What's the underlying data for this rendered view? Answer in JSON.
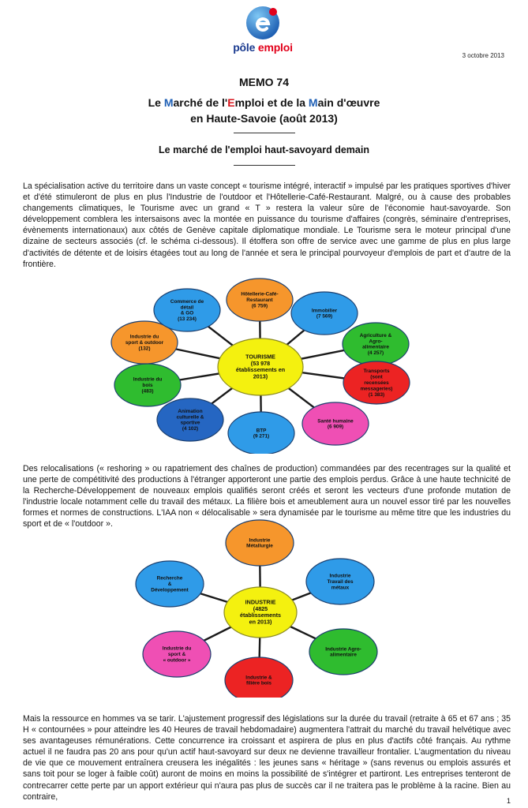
{
  "header": {
    "logo_word_pole": "pôle ",
    "logo_word_emploi": "emploi",
    "date": "3 octobre 2013",
    "memo": "MEMO 74",
    "title_parts": [
      "Le ",
      "M",
      "arché de l'",
      "E",
      "mploi et de la ",
      "M",
      "ain d'œuvre"
    ],
    "title_line2": "en Haute-Savoie (août 2013)",
    "subtitle": "Le marché de l'emploi haut-savoyard demain"
  },
  "paragraphs": [
    "La spécialisation active du territoire dans un vaste concept « tourisme intégré, interactif » impulsé par les pratiques sportives d'hiver et d'été stimuleront de plus en plus l'Industrie de l'outdoor et l'Hôtellerie-Café-Restaurant. Malgré, ou à cause des probables changements climatiques, le Tourisme avec un grand « T » restera la valeur sûre de l'économie haut-savoyarde. Son développement comblera les intersaisons avec la montée en puissance du tourisme d'affaires (congrès, séminaire d'entreprises, évènements internationaux) aux côtés de Genève capitale diplomatique mondiale. Le Tourisme sera le moteur principal d'une dizaine de secteurs associés (cf. le schéma ci-dessous). Il étoffera son offre de service avec une gamme de plus en plus large d'activités de détente et de loisirs étagées tout au long de l'année et sera le principal pourvoyeur d'emplois de part et d'autre de la frontière.",
    "Des relocalisations (« reshoring » ou rapatriement des chaînes de production) commandées par des recentrages sur la qualité et une perte de compétitivité des productions à l'étranger apporteront une partie des emplois perdus. Grâce à une haute technicité de la Recherche-Développement de nouveaux emplois qualifiés seront créés et seront les vecteurs d'une profonde mutation de l'industrie locale notamment celle du travail des métaux. La filière bois et ameublement aura un nouvel essor tiré par les nouvelles formes et normes de constructions. L'IAA non « délocalisable » sera dynamisée par le tourisme au même titre que les industries du sport et de « l'outdoor ».",
    "Mais la ressource en hommes va se tarir. L'ajustement progressif des législations sur la durée du travail (retraite à 65 et 67 ans ; 35 H « contournées » pour atteindre les 40 Heures de travail hebdomadaire) augmentera l'attrait du marché du travail helvétique avec ses avantageuses rémunérations. Cette concurrence ira croissant et aspirera de plus en plus d'actifs côté français. Au rythme actuel il ne faudra pas 20 ans pour qu'un actif haut-savoyard sur deux ne devienne travailleur frontalier. L'augmentation du niveau de vie que ce mouvement entraînera creusera les inégalités : les jeunes sans « héritage » (sans revenus ou emplois assurés et sans toit pour se loger à faible coût) auront de moins en moins la possibilité de s'intégrer et partiront. Les entreprises tenteront de contrecarrer cette perte par un apport extérieur qui n'aura pas plus de succès car il ne traitera pas le problème à la racine. Bien au contraire,"
  ],
  "diagram_tourism": {
    "hub": [
      "TOURISME",
      "(53 978",
      "établissements en",
      "2013)"
    ],
    "hub_color": "#f4f10f",
    "nodes": [
      {
        "lines": [
          "Hôtellerie-Café-",
          "Restaurant",
          "(6 759)"
        ],
        "color": "#f6962c"
      },
      {
        "lines": [
          "Immobilier",
          "(7 569)"
        ],
        "color": "#2f9be8"
      },
      {
        "lines": [
          "Agriculture &",
          "Agro-",
          "alimentaire",
          "(4 257)"
        ],
        "color": "#2fbc2f"
      },
      {
        "lines": [
          "Transports",
          "(sont",
          "recensées",
          "messageries)",
          "(1 383)"
        ],
        "color": "#ec2323"
      },
      {
        "lines": [
          "Santé humaine",
          "(6 909)"
        ],
        "color": "#ef4fb4"
      },
      {
        "lines": [
          "BTP",
          "(9 271)"
        ],
        "color": "#2f9be8"
      },
      {
        "lines": [
          "Animation",
          "culturelle &",
          "sportive",
          "(4 102)"
        ],
        "color": "#2566c2"
      },
      {
        "lines": [
          "Industrie du",
          "bois",
          "(483)"
        ],
        "color": "#2fbc2f"
      },
      {
        "lines": [
          "Industrie du",
          "sport & outdoor",
          "(132)"
        ],
        "color": "#f6962c"
      },
      {
        "lines": [
          "Commerce de",
          "détail",
          "& GO",
          "(13 234)"
        ],
        "color": "#2f9be8"
      }
    ]
  },
  "diagram_industry": {
    "hub": [
      "INDUSTRIE",
      "(4825",
      "établissements",
      "en 2013)"
    ],
    "hub_color": "#f4f10f",
    "nodes": [
      {
        "lines": [
          "Industrie",
          "Métallurgie"
        ],
        "color": "#f6962c"
      },
      {
        "lines": [
          "Industrie",
          "Travail des",
          "métaux"
        ],
        "color": "#2f9be8"
      },
      {
        "lines": [
          "Industrie Agro-",
          "alimentaire"
        ],
        "color": "#2fbc2f"
      },
      {
        "lines": [
          "Industrie &",
          "filière bois"
        ],
        "color": "#ec2323"
      },
      {
        "lines": [
          "Industrie du",
          "sport &",
          "« outdoor »"
        ],
        "color": "#ef4fb4"
      },
      {
        "lines": [
          "Recherche",
          "&",
          "Développement"
        ],
        "color": "#2f9be8"
      }
    ]
  },
  "footer": {
    "page_number": "1"
  }
}
